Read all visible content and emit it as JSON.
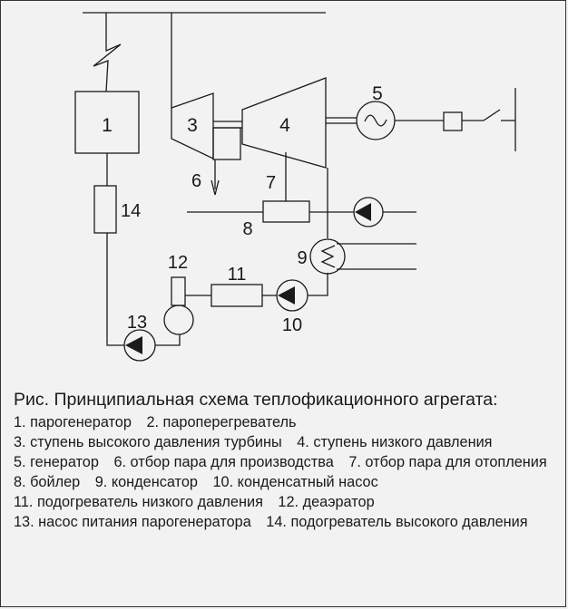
{
  "labels": {
    "n1": "1",
    "n3": "3",
    "n4": "4",
    "n5": "5",
    "n6": "6",
    "n7": "7",
    "n8": "8",
    "n9": "9",
    "n10": "10",
    "n11": "11",
    "n12": "12",
    "n13": "13",
    "n14": "14"
  },
  "caption": {
    "title": "Рис. Принципиальная схема теплофикационного агрегата:",
    "items": [
      "1. парогенератор",
      "2. пароперегреватель",
      "3. ступень высокого давления турбины",
      "4. ступень низкого давления",
      "5. генератор",
      "6. отбор пара для производства",
      "7. отбор пара для отопления",
      "8. бойлер",
      "9. конденсатор",
      "10. конденсатный насос",
      "11. подогреватель низкого давления",
      "12. деаэратор",
      "13. насос питания парогенератора",
      "14. подогреватель высокого давления"
    ]
  },
  "colors": {
    "line": "#1a1a1a",
    "background": "#f2f2f2"
  }
}
